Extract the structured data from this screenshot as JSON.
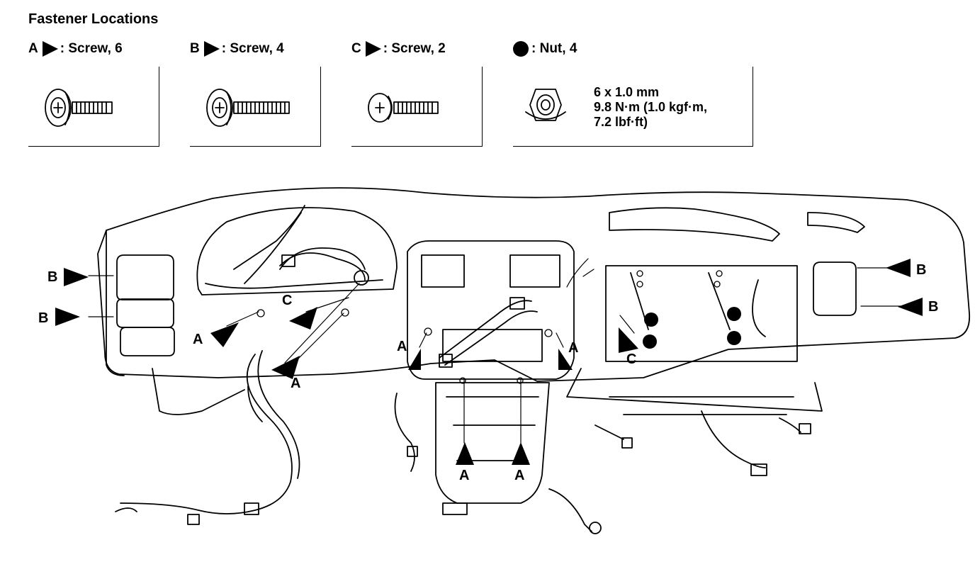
{
  "title": "Fastener Locations",
  "legend": [
    {
      "letter": "A",
      "text": ": Screw, 6"
    },
    {
      "letter": "B",
      "text": ": Screw, 4"
    },
    {
      "letter": "C",
      "text": ": Screw, 2"
    },
    {
      "letter": "",
      "text": ": Nut, 4"
    }
  ],
  "nut_spec": {
    "line1": "6 x 1.0 mm",
    "line2": "9.8 N·m (1.0 kgf·m,",
    "line3": "7.2 lbf·ft)"
  },
  "callouts": {
    "b_left_top": "B",
    "b_left_bottom": "B",
    "b_right_top": "B",
    "b_right_bottom": "B",
    "a_left_1": "A",
    "c_left": "C",
    "a_left_2": "A",
    "a_center_left": "A",
    "a_center_right": "A",
    "c_right": "C",
    "a_bottom_left": "A",
    "a_bottom_right": "A"
  }
}
